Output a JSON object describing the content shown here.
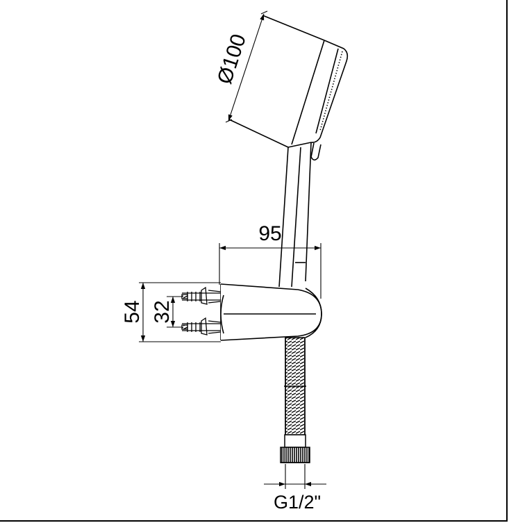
{
  "drawing": {
    "title": "",
    "dimensions": {
      "head_diameter": "Ø100",
      "projection": "95",
      "holder_height": "54",
      "fixing_spacing": "32",
      "hose_thread": "G1/2\""
    }
  }
}
